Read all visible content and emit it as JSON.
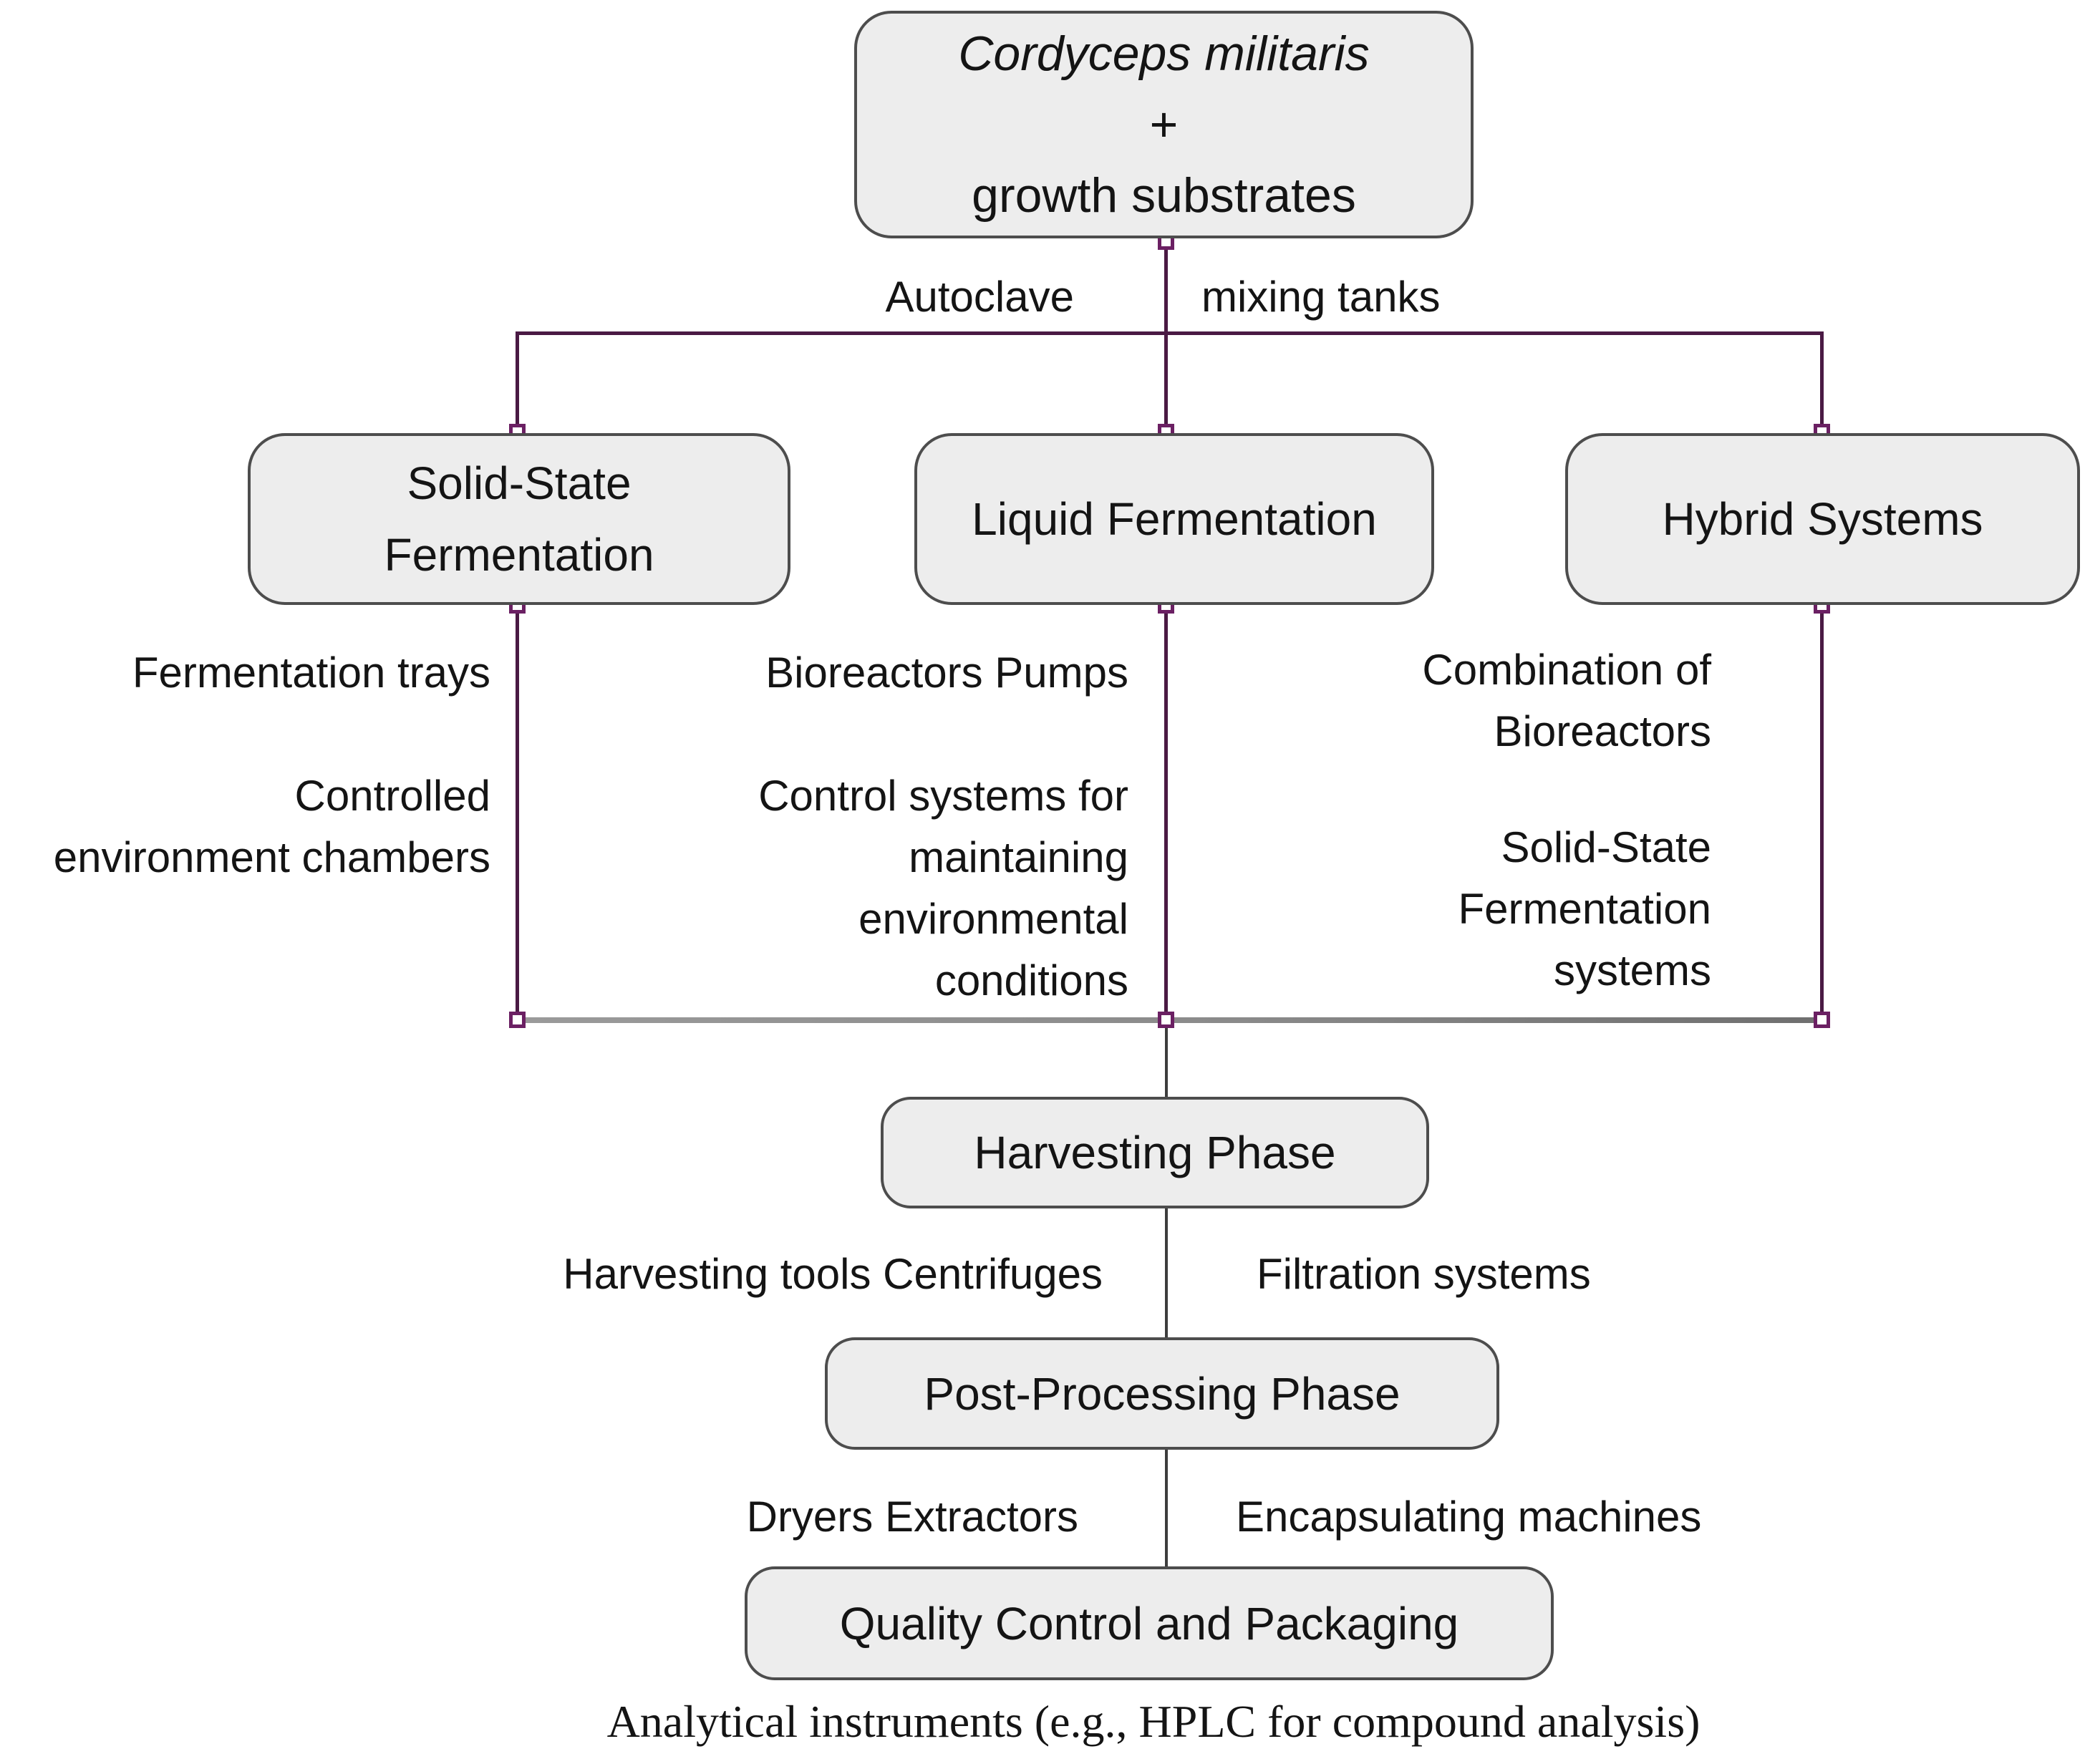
{
  "diagram": {
    "colors": {
      "box_fill": "#ededed",
      "box_border": "#4d4d4d",
      "purple": "#4a1a44",
      "anchor_stroke": "#6b2063",
      "gray_rail": "#8a8a8a",
      "dark_line": "#3d3d3d",
      "text": "#141414"
    },
    "nodes": {
      "source": {
        "lines": [
          "Cordyceps militaris",
          "+",
          "growth substrates"
        ]
      },
      "solid_state": {
        "lines": [
          "Solid-State",
          "Fermentation"
        ]
      },
      "liquid": {
        "lines": [
          "Liquid Fermentation"
        ]
      },
      "hybrid": {
        "lines": [
          "Hybrid Systems"
        ]
      },
      "harvest": {
        "lines": [
          "Harvesting Phase"
        ]
      },
      "post": {
        "lines": [
          "Post-Processing Phase"
        ]
      },
      "quality": {
        "lines": [
          "Quality Control and Packaging"
        ]
      }
    },
    "labels": {
      "autoclave": "Autoclave",
      "mixing_tanks": "mixing tanks",
      "harvest_left": "Harvesting tools Centrifuges",
      "harvest_right": "Filtration systems",
      "post_left": "Dryers Extractors",
      "post_right": "Encapsulating machines"
    },
    "annotations": {
      "left": {
        "p1": "Fermentation trays",
        "p2_lines": [
          "Controlled",
          "environment chambers"
        ]
      },
      "mid": {
        "p1": "Bioreactors Pumps",
        "p2_lines": [
          "Control systems for",
          "maintaining",
          "environmental",
          "conditions"
        ]
      },
      "right": {
        "p1_lines": [
          "Combination of",
          "Bioreactors"
        ],
        "p2_lines": [
          "Solid-State",
          "Fermentation",
          "systems"
        ]
      }
    },
    "caption": "Analytical instruments (e.g., HPLC for compound analysis)"
  }
}
